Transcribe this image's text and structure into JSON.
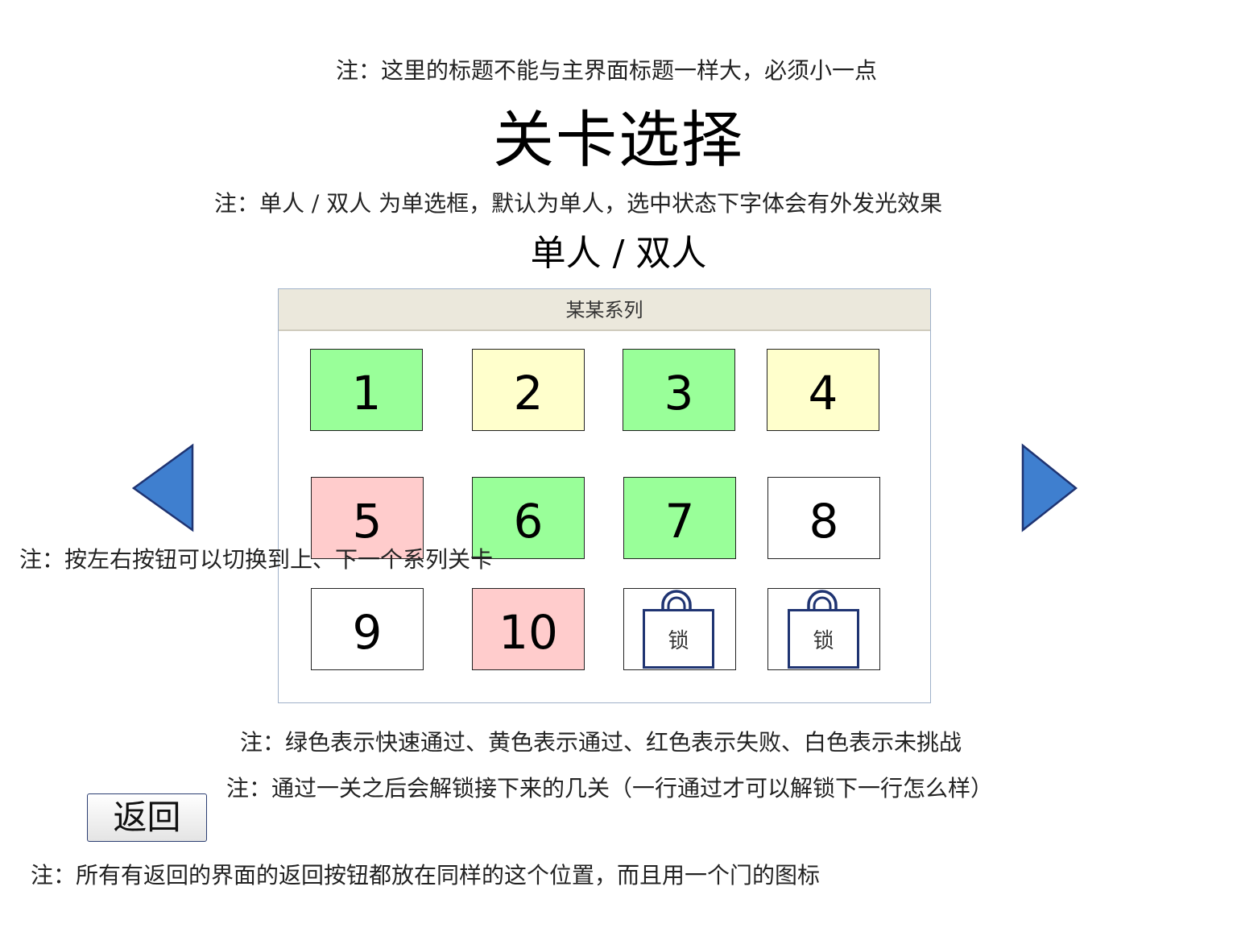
{
  "notes": {
    "title_note": "注：这里的标题不能与主界面标题一样大，必须小一点",
    "mode_note": "注：单人 / 双人 为单选框，默认为单人，选中状态下字体会有外发光效果",
    "arrows_note": "注：按左右按钮可以切换到上、下一个系列关卡",
    "color_note": "注：绿色表示快速通过、黄色表示通过、红色表示失败、白色表示未挑战",
    "unlock_note": "注：通过一关之后会解锁接下来的几关（一行通过才可以解锁下一行怎么样）",
    "back_note": "注：所有有返回的界面的返回按钮都放在同样的这个位置，而且用一个门的图标"
  },
  "title": "关卡选择",
  "mode_selector": "单人 / 双人",
  "series": {
    "name": "某某系列",
    "levels": [
      {
        "label": "1",
        "status": "green"
      },
      {
        "label": "2",
        "status": "yellow"
      },
      {
        "label": "3",
        "status": "green"
      },
      {
        "label": "4",
        "status": "yellow"
      },
      {
        "label": "5",
        "status": "red"
      },
      {
        "label": "6",
        "status": "green"
      },
      {
        "label": "7",
        "status": "green"
      },
      {
        "label": "8",
        "status": "white"
      },
      {
        "label": "9",
        "status": "white"
      },
      {
        "label": "10",
        "status": "red"
      },
      {
        "label": "锁",
        "status": "locked"
      },
      {
        "label": "锁",
        "status": "locked"
      }
    ]
  },
  "back_button": "返回",
  "colors": {
    "green": "#99ff99",
    "yellow": "#ffffcc",
    "red": "#ffcccc",
    "white": "#ffffff",
    "arrow": "#3f7fcf",
    "lock": "#1f3472"
  },
  "icons": {
    "prev": "triangle-left-icon",
    "next": "triangle-right-icon",
    "lock": "lock-icon"
  }
}
